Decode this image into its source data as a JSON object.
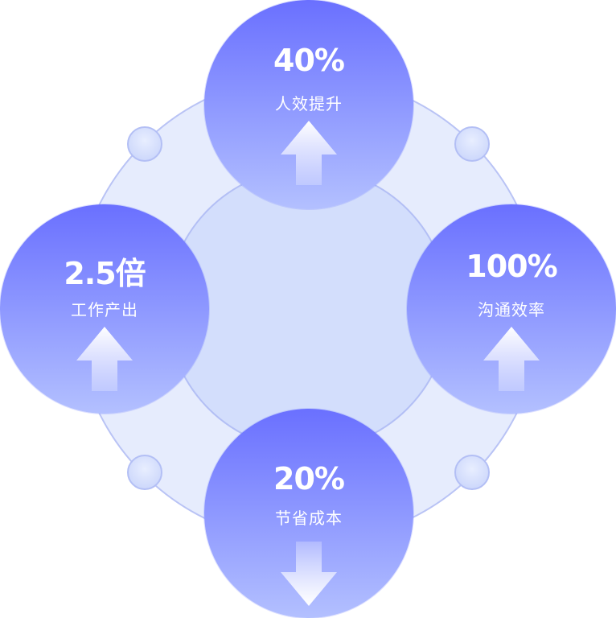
{
  "colors": {
    "circle_top": "#6a70ff",
    "circle_bottom": "#b3c0ff",
    "ring_fill": "#e6ecfd",
    "ring_stroke": "#b9c3f5",
    "center_fill": "#d3defc",
    "node_fill": "#dbe4fd"
  },
  "metrics": {
    "top": {
      "value": "40%",
      "label": "人效提升",
      "direction": "up"
    },
    "left": {
      "value": "2.5倍",
      "label": "工作产出",
      "direction": "up"
    },
    "right": {
      "value": "100%",
      "label": "沟通效率",
      "direction": "up"
    },
    "bottom": {
      "value": "20%",
      "label": "节省成本",
      "direction": "down"
    }
  },
  "icons": {
    "up": "arrow-up-icon",
    "down": "arrow-down-icon"
  }
}
